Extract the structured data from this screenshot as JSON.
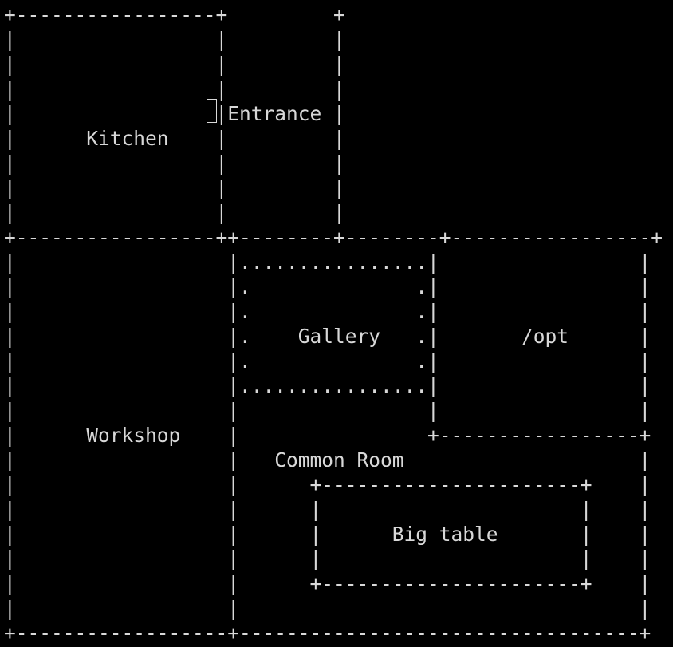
{
  "terminal": {
    "lines": [
      "+-----------------+         +",
      "|                 |         |",
      "|                 |         |",
      "|                 |         |",
      "|                 |Entrance |",
      "|      Kitchen    |         |",
      "|                 |         |",
      "|                 |         |",
      "|                 |         |",
      "+-----------------++--------+--------+-----------------+",
      "|                  |................|                 |",
      "|                  |.              .|                 |",
      "|                  |.              .|                 |",
      "|                  |.    Gallery   .|       /opt      |",
      "|                  |.              .|                 |",
      "|                  |................|                 |",
      "|                  |                |                 |",
      "|      Workshop    |                +-----------------+",
      "|                  |   Common Room                    |",
      "|                  |      +----------------------+    |",
      "|                  |      |                      |    |",
      "|                  |      |      Big table       |    |",
      "|                  |      |                      |    |",
      "|                  |      +----------------------+    |",
      "|                  |                                  |",
      "+------------------+----------------------------------+"
    ]
  },
  "colors": {
    "background": "#000000",
    "foreground": "#d8d8d8"
  }
}
